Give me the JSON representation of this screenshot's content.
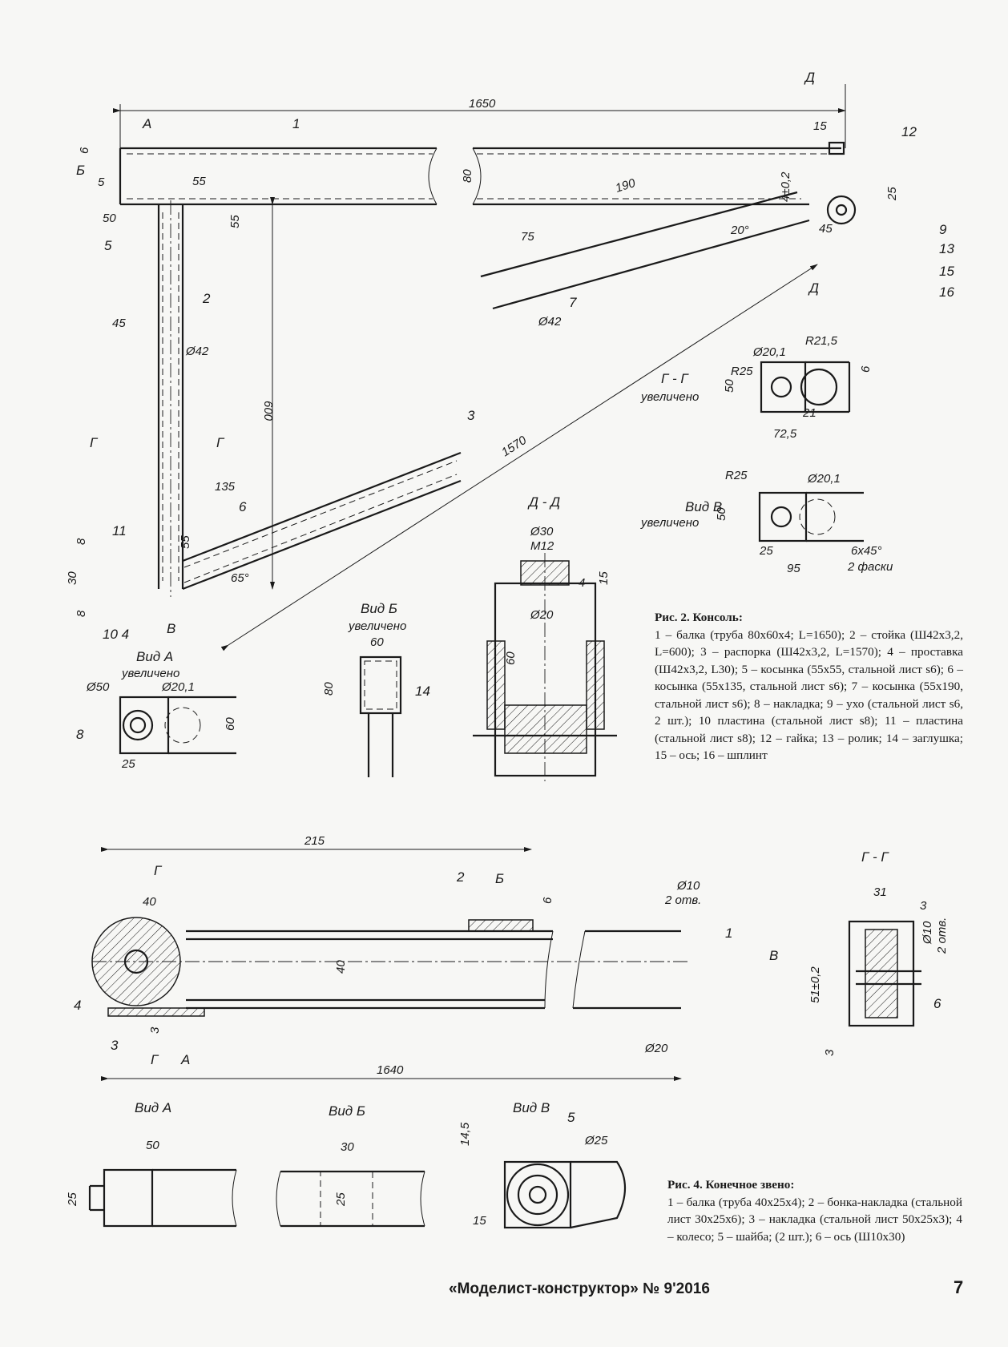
{
  "fig2": {
    "caption_title": "Рис. 2. Консоль:",
    "caption_text": "1 – балка (труба 80х60х4; L=1650); 2 – стойка (Ш42х3,2, L=600); 3 – распорка (Ш42х3,2, L=1570); 4 – проставка (Ш42х3,2, L30); 5 – косынка (55х55, стальной лист s6); 6 – косынка (55х135, стальной лист s6); 7 – косынка (55х190, стальной лист s6); 8 – накладка; 9 – ухо (стальной лист s6, 2 шт.); 10 пластина (стальной лист s8); 11 – пластина (стальной лист s8); 12 – гайка; 13 – ролик; 14 – заглушка; 15 – ось; 16 – шплинт",
    "dims": {
      "d1650": "1650",
      "d15": "15",
      "d6": "6",
      "d5": "5",
      "d55a": "55",
      "d55b": "55",
      "d50": "50",
      "d80": "80",
      "d190": "190",
      "d75": "75",
      "d4": "4±0,2",
      "d25": "25",
      "d45": "45",
      "d20deg": "20°",
      "d42a": "Ø42",
      "d45b": "45",
      "d42b": "Ø42",
      "d600": "600",
      "d1570": "1570",
      "d135": "135",
      "d55c": "55",
      "d65deg": "65°",
      "d8": "8",
      "d30": "30",
      "d8b": "8"
    },
    "labels": {
      "A": "А",
      "B": "Б",
      "V": "В",
      "G1": "Г",
      "G2": "Г",
      "D1": "Д",
      "D2": "Д",
      "n1": "1",
      "n2": "2",
      "n3": "3",
      "n5": "5",
      "n6": "6",
      "n7": "7",
      "n9": "9",
      "n10": "10 4",
      "n11": "11",
      "n12": "12",
      "n13": "13",
      "n15": "15",
      "n16": "16"
    },
    "section_gg": {
      "title": "Г - Г",
      "sub": "увеличено",
      "d201": "Ø20,1",
      "r215": "R21,5",
      "r25": "R25",
      "d50": "50",
      "d6": "6",
      "d21": "21",
      "d725": "72,5"
    },
    "view_v": {
      "title": "Вид В",
      "sub": "увеличено",
      "r25": "R25",
      "d201": "Ø20,1",
      "d50": "50",
      "d25": "25",
      "d95": "95",
      "chamfer": "6х45°",
      "chamfer2": "2 фаски"
    },
    "section_dd": {
      "title": "Д - Д",
      "d30": "Ø30",
      "m12": "М12",
      "d4": "4",
      "d15": "15",
      "d20": "Ø20",
      "d60": "60"
    },
    "view_b": {
      "title": "Вид Б",
      "sub": "увеличено",
      "d60": "60",
      "d80": "80",
      "n14": "14"
    },
    "view_a": {
      "title": "Вид А",
      "sub": "увеличено",
      "d50": "Ø50",
      "d201": "Ø20,1",
      "d60": "60",
      "d25": "25",
      "n8": "8"
    }
  },
  "fig4": {
    "caption_title": "Рис. 4. Конечное звено:",
    "caption_text": "1 – балка (труба 40х25х4); 2 – бонка-накладка (стальной лист 30х25х6); 3 – накладка (стальной лист 50х25х3); 4 – колесо; 5 – шайба; (2 шт.); 6 – ось (Ш10х30)",
    "dims": {
      "d215": "215",
      "d40a": "40",
      "d6": "6",
      "d10": "Ø10",
      "holes": "2 отв.",
      "d40b": "40",
      "d3": "3",
      "d1640": "1640",
      "d20": "Ø20"
    },
    "labels": {
      "G1": "Г",
      "G2": "Г",
      "B": "Б",
      "A": "А",
      "V": "В",
      "n1": "1",
      "n2": "2",
      "n3": "3",
      "n4": "4"
    },
    "section_gg": {
      "title": "Г - Г",
      "d31": "31",
      "d3": "3",
      "d10": "Ø10",
      "holes": "2 отв.",
      "d51": "51±0,2",
      "n6": "6",
      "d3b": "3"
    },
    "view_a": {
      "title": "Вид А",
      "d50": "50",
      "d25": "25"
    },
    "view_b": {
      "title": "Вид Б",
      "d30": "30",
      "d25": "25"
    },
    "view_v": {
      "title": "Вид В",
      "d145": "14,5",
      "n5": "5",
      "d25": "Ø25",
      "d15": "15"
    }
  },
  "footer": {
    "magazine": "«Моделист-конструктор» № 9'2016",
    "page": "7"
  }
}
